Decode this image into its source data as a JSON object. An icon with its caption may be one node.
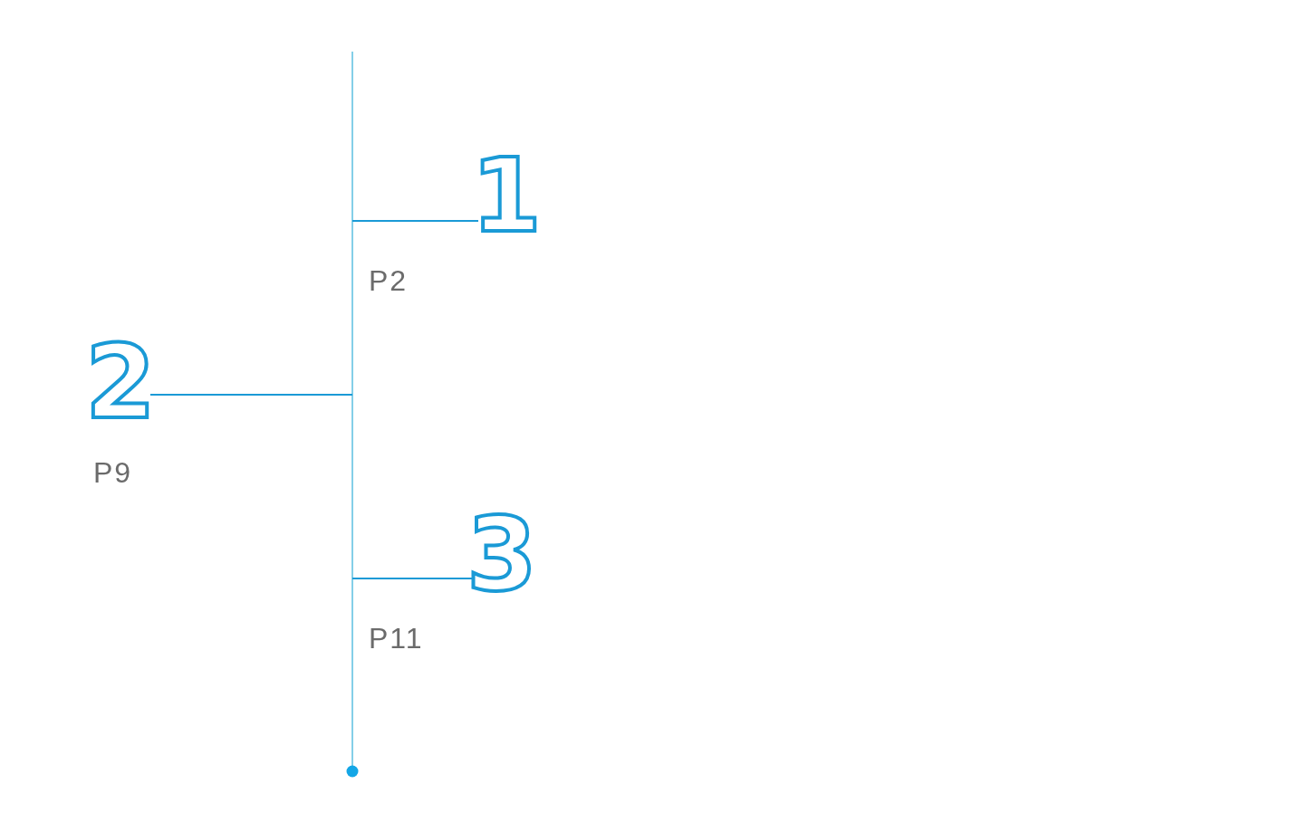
{
  "diagram": {
    "nodes": [
      {
        "text": [
          "1"
        ],
        "beside": [
          "P2"
        ]
      },
      {
        "text": [
          "2"
        ],
        "beside": [
          "P9"
        ]
      },
      {
        "text": [
          "3"
        ],
        "beside": [
          "P11"
        ]
      }
    ],
    "edges": [
      {
        "from": null,
        "to": 0,
        "arrow": "none"
      },
      {
        "from": null,
        "to": 1,
        "arrow": "none"
      },
      {
        "from": null,
        "to": 2,
        "arrow": "none"
      }
    ]
  }
}
